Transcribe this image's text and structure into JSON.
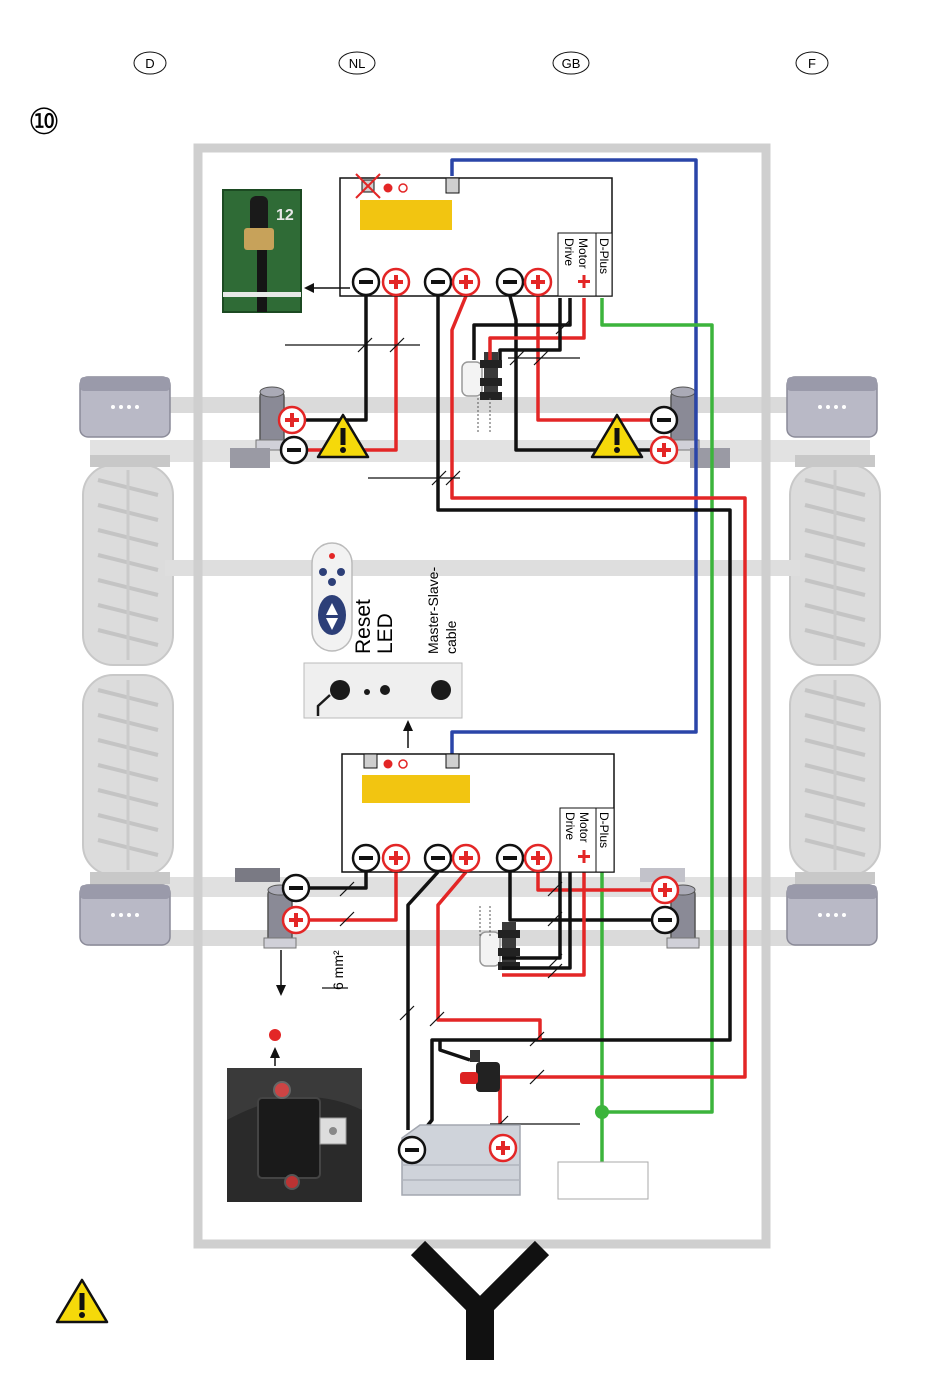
{
  "language_tabs": [
    "D",
    "NL",
    "GB",
    "F"
  ],
  "step_number": "⑩",
  "control_unit": {
    "d_plus_label": "D-Plus",
    "motor_label": "Motor",
    "drive_label": "Drive"
  },
  "remote_labels": {
    "reset": "Reset",
    "led": "LED",
    "master_slave_line1": "Master-Slave-",
    "master_slave_line2": "cable"
  },
  "cable_size": "6 mm²",
  "fuse_board_text": "12",
  "colors": {
    "wire_black": "#111111",
    "wire_red": "#e32626",
    "wire_blue": "#2a45a8",
    "wire_green": "#3cb43c",
    "display_yellow": "#f2c511",
    "frame_gray": "#cfcfcf",
    "warning_yellow": "#f5d90a"
  }
}
